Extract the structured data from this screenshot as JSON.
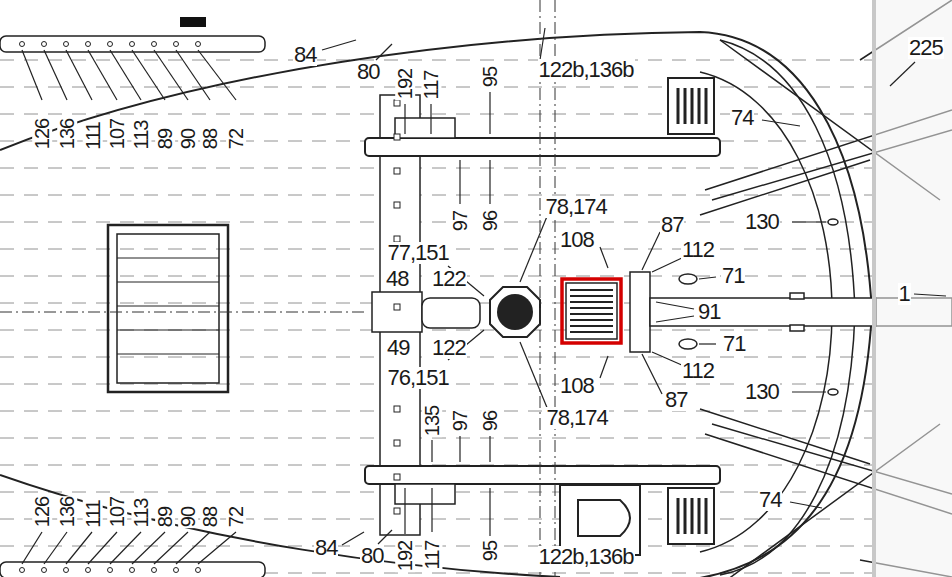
{
  "diagram": {
    "labels": [
      "126",
      "136",
      "111",
      "107",
      "113",
      "89",
      "90",
      "88",
      "72",
      "84",
      "80",
      "192",
      "117",
      "95",
      "122b,136b",
      "225",
      "74",
      "97",
      "96",
      "78,174",
      "108",
      "87",
      "112",
      "130",
      "77,151",
      "48",
      "122",
      "71",
      "91",
      "1",
      "49",
      "122",
      "76,151",
      "71",
      "112",
      "135",
      "97",
      "96",
      "108",
      "78,174",
      "87",
      "130",
      "126",
      "136",
      "111",
      "107",
      "113",
      "89",
      "90",
      "88",
      "72",
      "74",
      "84",
      "80",
      "192",
      "117",
      "95",
      "122b,136b"
    ]
  }
}
